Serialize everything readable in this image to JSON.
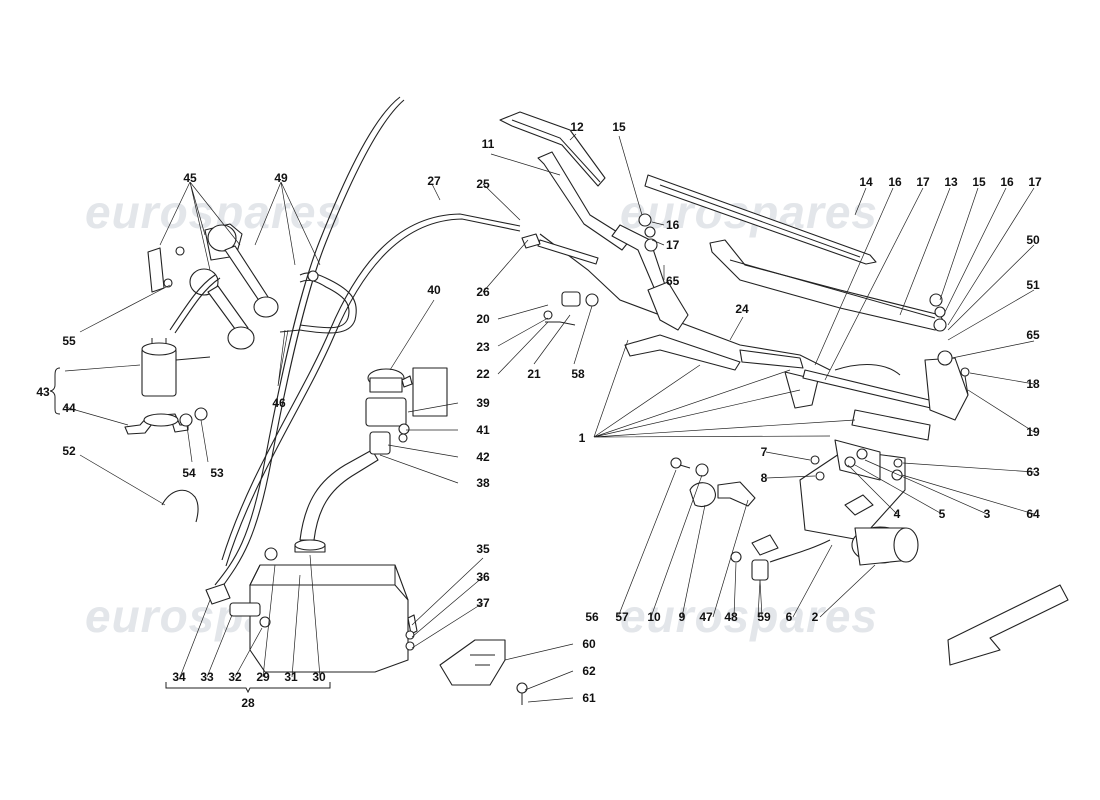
{
  "watermark": "eurospares",
  "arrow": "direction-arrow",
  "callouts": {
    "c1": "1",
    "c2": "2",
    "c3": "3",
    "c4": "4",
    "c5": "5",
    "c6": "6",
    "c7": "7",
    "c8": "8",
    "c9": "9",
    "c10": "10",
    "c11": "11",
    "c12": "12",
    "c13": "13",
    "c14": "14",
    "c15a": "15",
    "c15b": "15",
    "c16a": "16",
    "c16b": "16",
    "c16c": "16",
    "c17a": "17",
    "c17b": "17",
    "c17c": "17",
    "c18": "18",
    "c19": "19",
    "c20": "20",
    "c21": "21",
    "c22": "22",
    "c23": "23",
    "c24": "24",
    "c25": "25",
    "c26": "26",
    "c27": "27",
    "c28": "28",
    "c29": "29",
    "c30": "30",
    "c31": "31",
    "c32": "32",
    "c33": "33",
    "c34": "34",
    "c35": "35",
    "c36": "36",
    "c37": "37",
    "c38": "38",
    "c39": "39",
    "c40": "40",
    "c41": "41",
    "c42": "42",
    "c43": "43",
    "c44": "44",
    "c45": "45",
    "c46": "46",
    "c47": "47",
    "c48": "48",
    "c49": "49",
    "c50": "50",
    "c51": "51",
    "c52": "52",
    "c53": "53",
    "c54": "54",
    "c55": "55",
    "c56": "56",
    "c57": "57",
    "c58": "58",
    "c59": "59",
    "c60": "60",
    "c61": "61",
    "c62": "62",
    "c63": "63",
    "c64": "64",
    "c65a": "65",
    "c65b": "65"
  }
}
